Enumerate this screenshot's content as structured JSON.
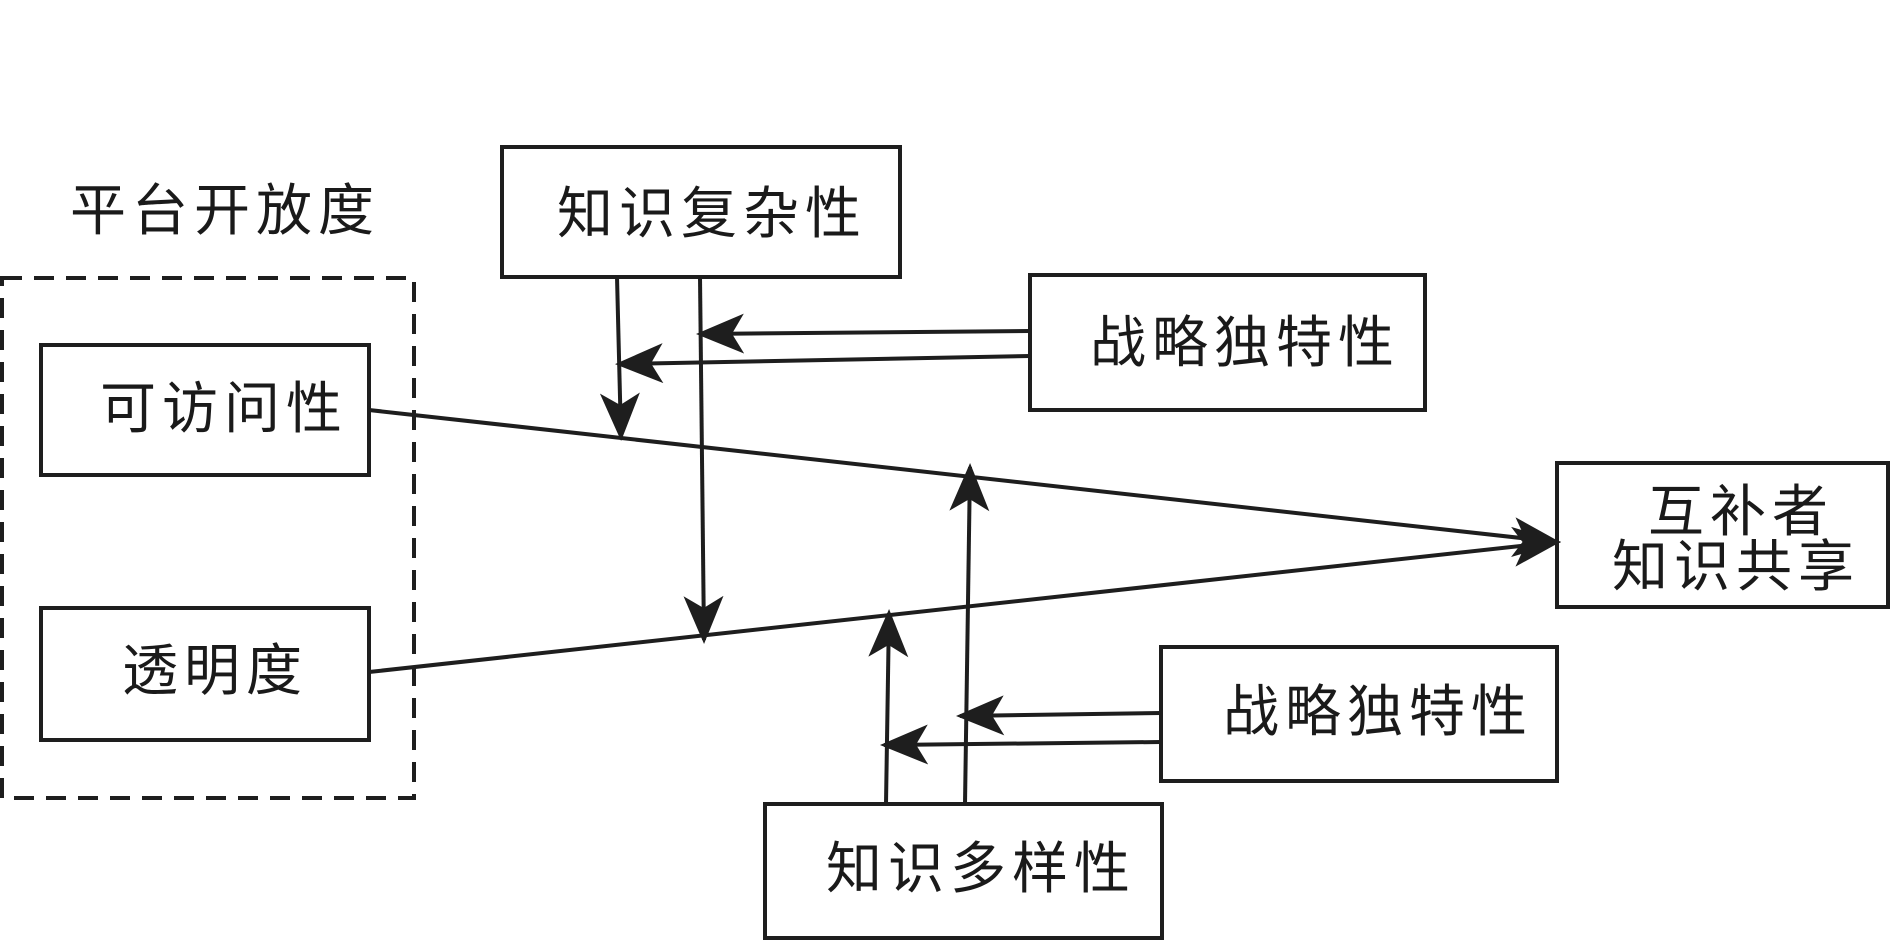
{
  "group": {
    "label": "平台开放度"
  },
  "nodes": {
    "accessibility": "可访问性",
    "transparency": "透明度",
    "knowledge_complexity": "知识复杂性",
    "strategic_uniqueness_top": "战略独特性",
    "complementor_knowledge_sharing": {
      "line1": "互补者",
      "line2": "知识共享"
    },
    "strategic_uniqueness_bottom": "战略独特性",
    "knowledge_diversity": "知识多样性"
  },
  "colors": {
    "stroke": "#1e1e1e",
    "text": "#1a1a1a",
    "background": "#ffffff"
  }
}
